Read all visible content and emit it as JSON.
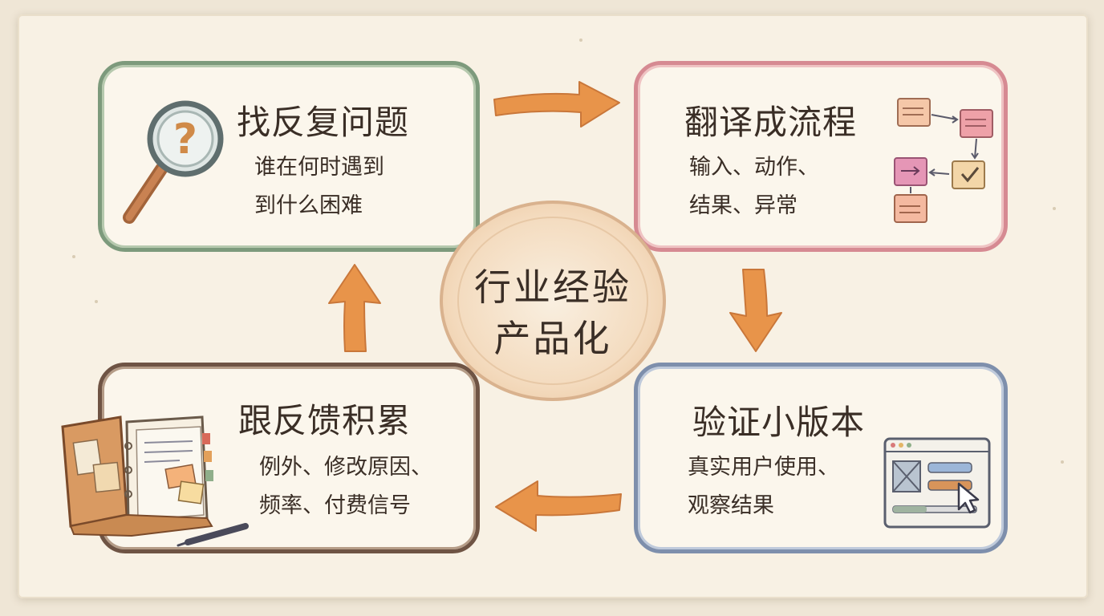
{
  "center": {
    "line1": "行业经验",
    "line2": "产品化"
  },
  "steps": [
    {
      "title": "找反复问题",
      "desc": "谁在何时遇到\n到什么困难",
      "icon": "magnifier-question-icon",
      "color": "#7d9a7c"
    },
    {
      "title": "翻译成流程",
      "desc": "输入、动作、\n结果、异常",
      "icon": "flowchart-notes-icon",
      "color": "#d68a92"
    },
    {
      "title": "验证小版本",
      "desc": "真实用户使用、\n观察结果",
      "icon": "browser-window-cursor-icon",
      "color": "#7e8fac"
    },
    {
      "title": "跟反馈积累",
      "desc": "例外、修改原因、\n频率、付费信号",
      "icon": "notebook-pen-icon",
      "color": "#6f5444"
    }
  ],
  "arrow_color": "#e8944a"
}
